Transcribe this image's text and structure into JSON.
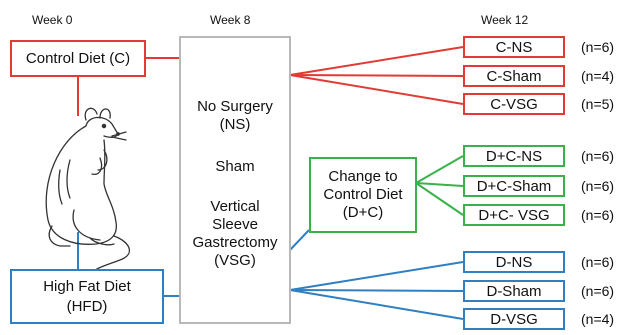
{
  "headers": {
    "week0": "Week 0",
    "week8": "Week 8",
    "week12": "Week 12"
  },
  "diets": {
    "control": "Control Diet (C)",
    "hfd_line1": "High Fat Diet",
    "hfd_line2": "(HFD)"
  },
  "surgery": {
    "ns_line1": "No Surgery",
    "ns_line2": "(NS)",
    "sham": "Sham",
    "vsg_line1": "Vertical",
    "vsg_line2": "Sleeve",
    "vsg_line3": "Gastrectomy",
    "vsg_line4": "(VSG)"
  },
  "change": {
    "line1": "Change to",
    "line2": "Control Diet",
    "line3": "(D+C)"
  },
  "groups": [
    {
      "label": "C-NS",
      "n": "(n=6)",
      "color": "#e23b35"
    },
    {
      "label": "C-Sham",
      "n": "(n=4)",
      "color": "#e23b35"
    },
    {
      "label": "C-VSG",
      "n": "(n=5)",
      "color": "#e23b35"
    },
    {
      "label": "D+C-NS",
      "n": "(n=6)",
      "color": "#38b24a"
    },
    {
      "label": "D+C-Sham",
      "n": "(n=6)",
      "color": "#38b24a"
    },
    {
      "label": "D+C- VSG",
      "n": "(n=6)",
      "color": "#38b24a"
    },
    {
      "label": "D-NS",
      "n": "(n=6)",
      "color": "#2f7fc1"
    },
    {
      "label": "D-Sham",
      "n": "(n=6)",
      "color": "#2f7fc1"
    },
    {
      "label": "D-VSG",
      "n": "(n=4)",
      "color": "#2f7fc1"
    }
  ],
  "icons": {
    "mouse": "rat-illustration"
  }
}
